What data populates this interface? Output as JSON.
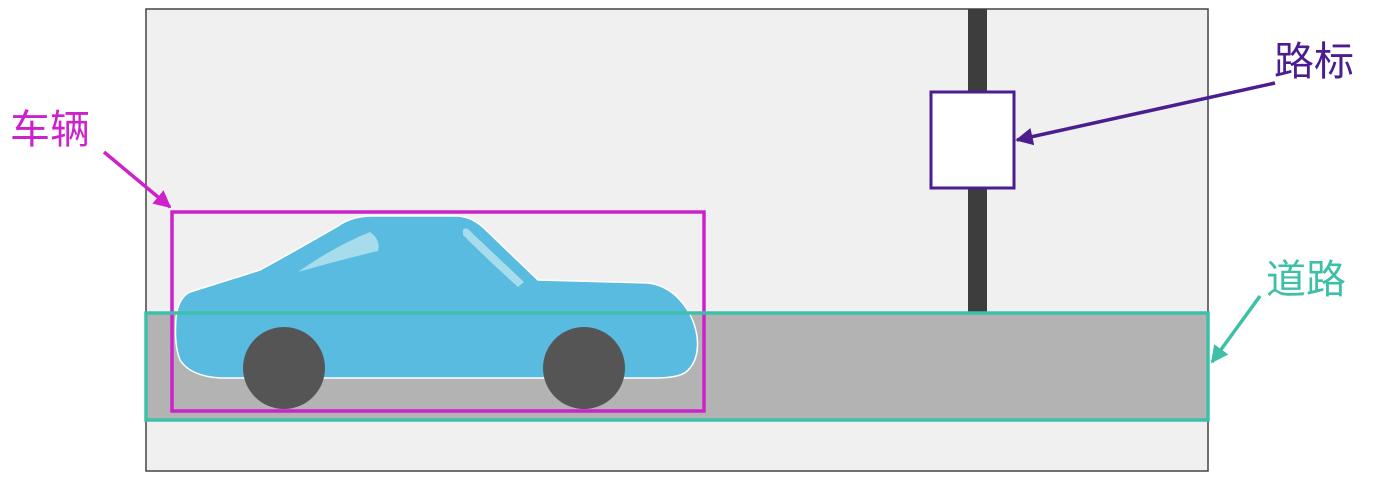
{
  "labels": {
    "vehicle": "车辆",
    "sign": "路标",
    "road": "道路"
  },
  "colors": {
    "vehicle": "#cc22cc",
    "sign": "#4b1d8f",
    "road": "#3dbfa8",
    "car_body": "#58bbdf",
    "tire": "#555555",
    "road_surface": "#b3b3b3",
    "scene_background": "#f1f0f1",
    "pole": "#3d3d3d",
    "sign_board": "#ffffff"
  },
  "icons": {
    "car": "car-icon",
    "sign": "road-sign-icon"
  }
}
